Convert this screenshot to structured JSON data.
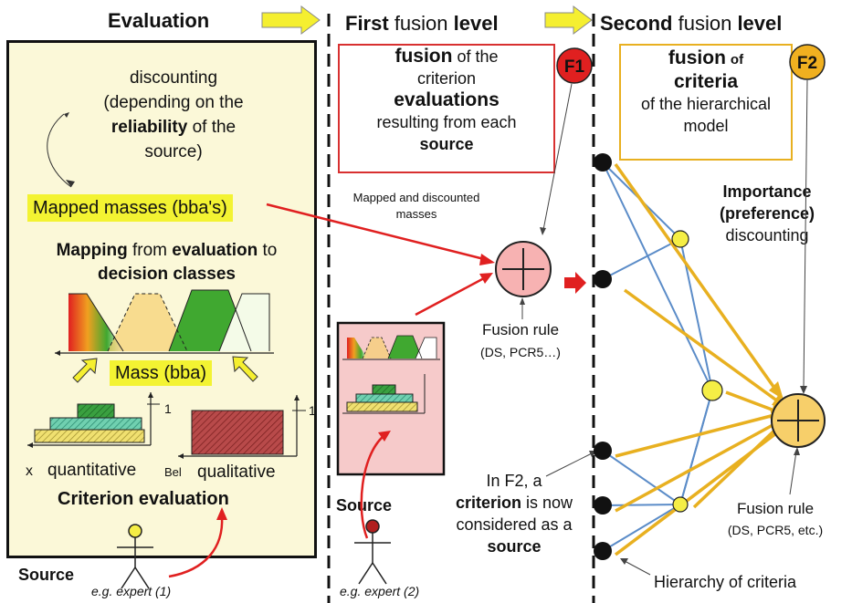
{
  "headers": {
    "evaluation": "Evaluation",
    "first_level": [
      "First",
      "fusion",
      "level"
    ],
    "second_level": [
      "Second",
      "fusion",
      "level"
    ]
  },
  "left": {
    "discount_lines": [
      "discounting",
      "(depending on the"
    ],
    "discount_reliability": "reliability",
    "discount_of_the": "of the",
    "discount_source": "source)",
    "mapped_masses": "Mapped masses (bba's)",
    "mapping_line1_b1": "Mapping",
    "mapping_line1_mid": "from",
    "mapping_line1_b2": "evaluation",
    "mapping_line1_to": "to",
    "mapping_line2": "decision classes",
    "mass_bba": "Mass (bba)",
    "axis_one": "1",
    "axis_one_2": "1",
    "x_label": "x",
    "quantitative": "quantitative",
    "bel_label": "Bel",
    "qualitative": "qualitative",
    "criterion_evaluation": "Criterion evaluation",
    "source": "Source",
    "expert1": "e.g. expert (1)"
  },
  "middle": {
    "box_b1": "fusion",
    "box_t1": "of the",
    "box_t2": "criterion",
    "box_b2": "evaluations",
    "box_t3": "resulting from each",
    "box_b3": "source",
    "badge": "F1",
    "mapped_discounted": [
      "Mapped and discounted",
      "masses"
    ],
    "fusion_rule": "Fusion rule",
    "fusion_rule_examples": "(DS, PCR5…)",
    "source": "Source",
    "expert2": "e.g. expert (2)",
    "f2_note_pre": "In F2, a",
    "f2_note_b1": "criterion",
    "f2_note_mid1": "is now",
    "f2_note_mid2": "considered as a",
    "f2_note_b2": "source"
  },
  "right": {
    "box_b1": "fusion",
    "box_of": "of",
    "box_b2": "criteria",
    "box_t1": "of the hierarchical",
    "box_t2": "model",
    "badge": "F2",
    "importance_b": [
      "Importance",
      "(preference)"
    ],
    "importance_t": "discounting",
    "fusion_rule": "Fusion rule",
    "fusion_rule_examples": "(DS, PCR5, etc.)",
    "hierarchy": "Hierarchy of criteria"
  },
  "colors": {
    "panel_bg": "#fbf8d8",
    "highlight": "#f3f332",
    "arrow_red": "#e02020",
    "arrow_gold": "#e8b020",
    "f1_red": "#e02020",
    "f2_gold": "#f0b020",
    "tree_blue": "#5b8cc8",
    "node_yellow": "#f5ee45",
    "pink_fusion": "#f7b2b2",
    "gold_fusion": "#f7cf6a"
  },
  "icons": [
    "stick-figure-icon",
    "fusion-plus-icon",
    "block-arrow-icon",
    "circled-plus-icon"
  ]
}
